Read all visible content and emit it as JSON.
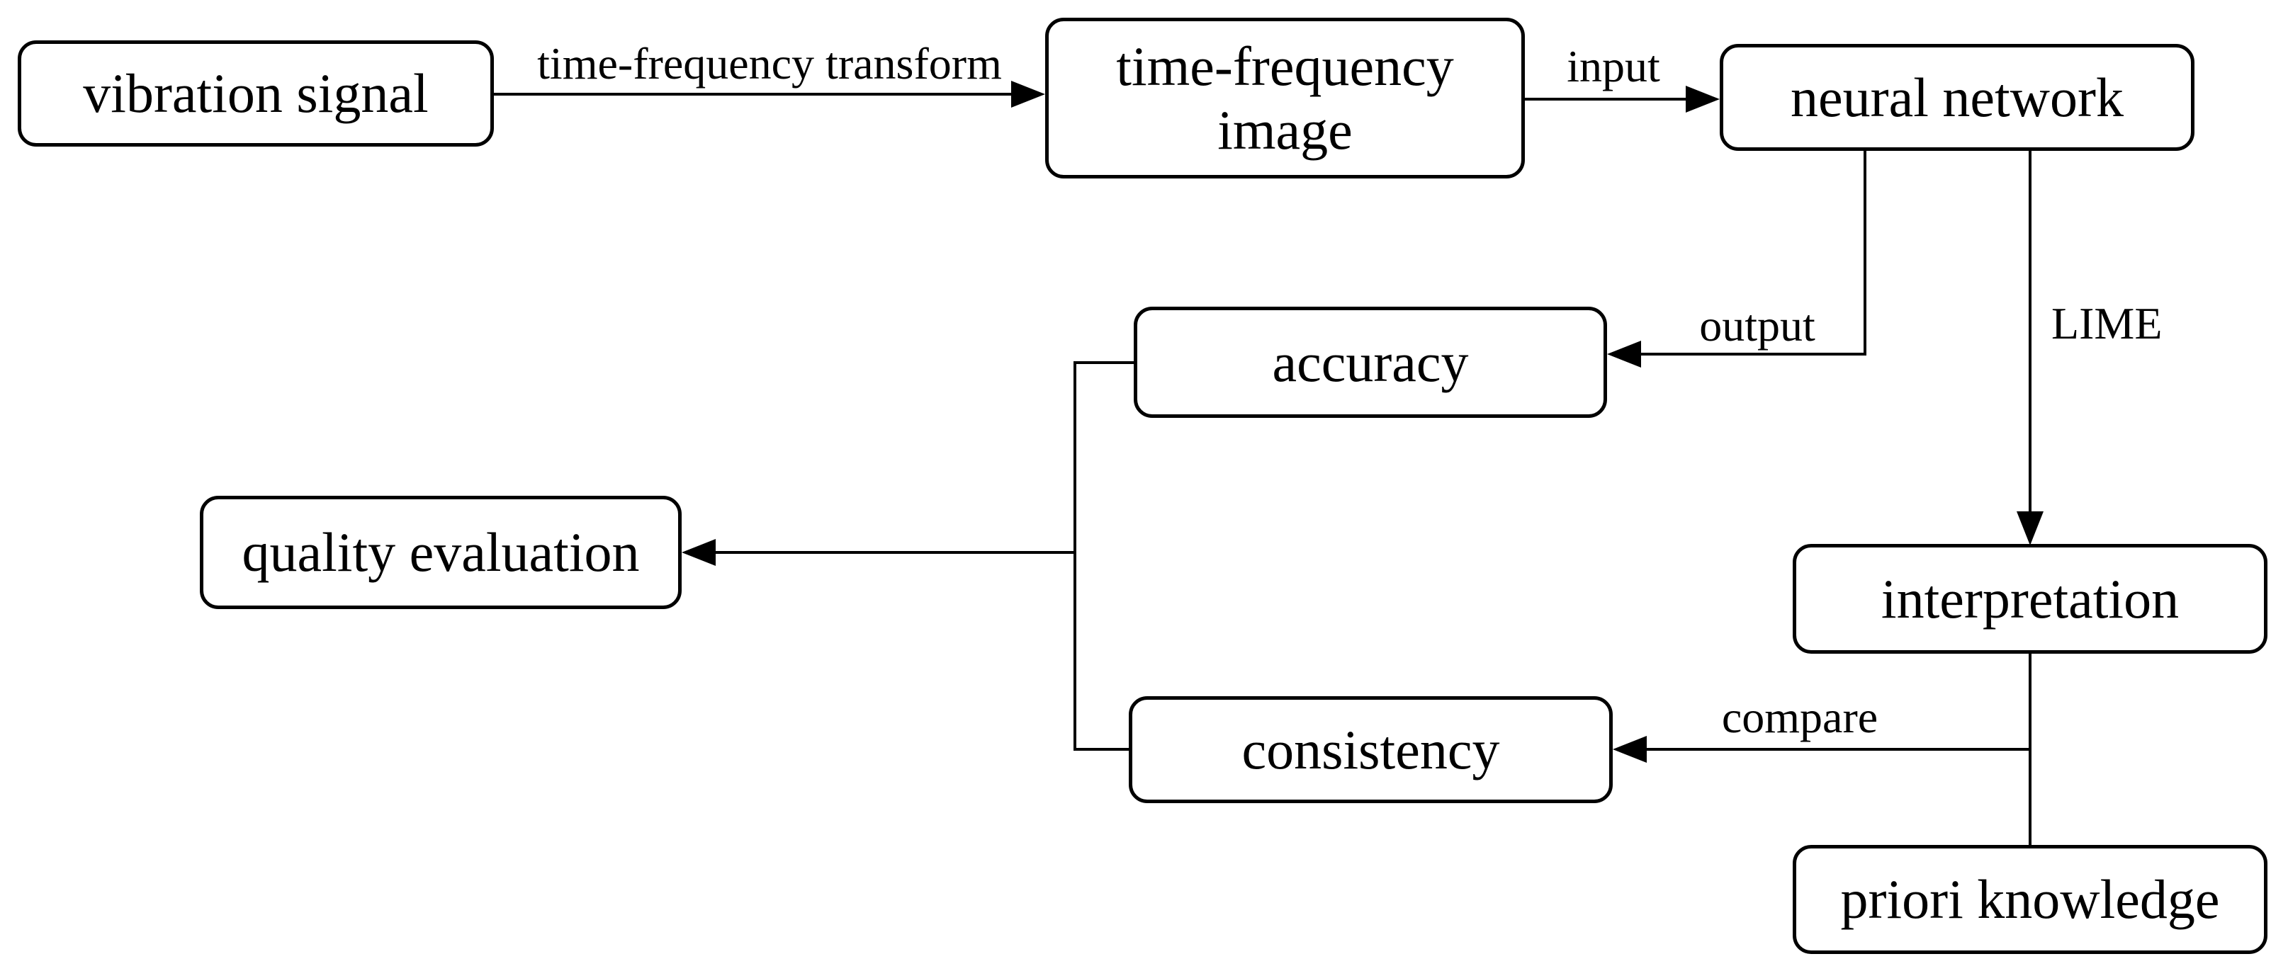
{
  "canvas": {
    "background": "#ffffff",
    "line_color": "#000000",
    "text_color": "#000000"
  },
  "nodes": [
    {
      "id": "vibration-signal",
      "label": "vibration signal"
    },
    {
      "id": "time-frequency-image",
      "label": "time-frequency image",
      "lines": [
        "time-frequency",
        "image"
      ]
    },
    {
      "id": "neural-network",
      "label": "neural network"
    },
    {
      "id": "accuracy",
      "label": "accuracy"
    },
    {
      "id": "quality-evaluation",
      "label": "quality evaluation"
    },
    {
      "id": "consistency",
      "label": "consistency"
    },
    {
      "id": "interpretation",
      "label": "interpretation"
    },
    {
      "id": "priori-knowledge",
      "label": "priori knowledge"
    }
  ],
  "edges": [
    {
      "id": "tf-transform",
      "label": "time-frequency transform",
      "from": "vibration-signal",
      "to": "time-frequency-image"
    },
    {
      "id": "input",
      "label": "input",
      "from": "time-frequency-image",
      "to": "neural-network"
    },
    {
      "id": "output",
      "label": "output",
      "from": "neural-network",
      "to": "accuracy"
    },
    {
      "id": "lime",
      "label": "LIME",
      "from": "neural-network",
      "to": "interpretation"
    },
    {
      "id": "compare",
      "label": "compare",
      "from": "interpretation",
      "to": "consistency"
    },
    {
      "id": "interpretation-priori",
      "label": "",
      "from": "interpretation",
      "to": "priori-knowledge"
    },
    {
      "id": "quality",
      "label": "",
      "from": "accuracy",
      "to": "quality-evaluation"
    }
  ]
}
